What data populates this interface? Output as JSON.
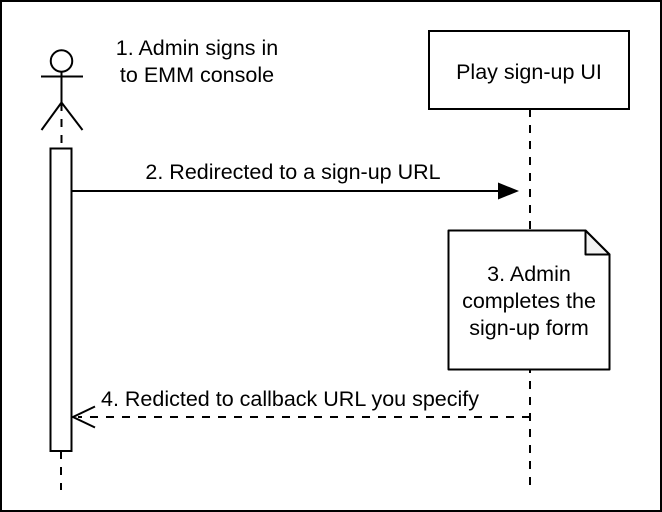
{
  "diagram": {
    "type": "uml-sequence",
    "colors": {
      "background": "#ffffff",
      "line": "#000000",
      "text": "#000000",
      "note_fill": "#ffffff",
      "note_fold_fill": "#f2f2f2"
    },
    "participants": [
      {
        "id": "admin",
        "kind": "actor",
        "label": ""
      },
      {
        "id": "play-sign-up-ui",
        "kind": "box",
        "label": "Play sign-up UI"
      }
    ],
    "messages": [
      {
        "step": "1",
        "kind": "annotation",
        "lines": [
          "1. Admin signs in",
          "to EMM console"
        ]
      },
      {
        "step": "2",
        "kind": "solid-arrow",
        "from": "admin",
        "to": "play-sign-up-ui",
        "text": "2. Redirected to a sign-up URL"
      },
      {
        "step": "3",
        "kind": "note",
        "lines": [
          "3. Admin",
          "completes the",
          "sign-up form"
        ]
      },
      {
        "step": "4",
        "kind": "dashed-arrow",
        "from": "play-sign-up-ui",
        "to": "admin",
        "text": "4. Redicted to callback URL you specify"
      }
    ]
  }
}
